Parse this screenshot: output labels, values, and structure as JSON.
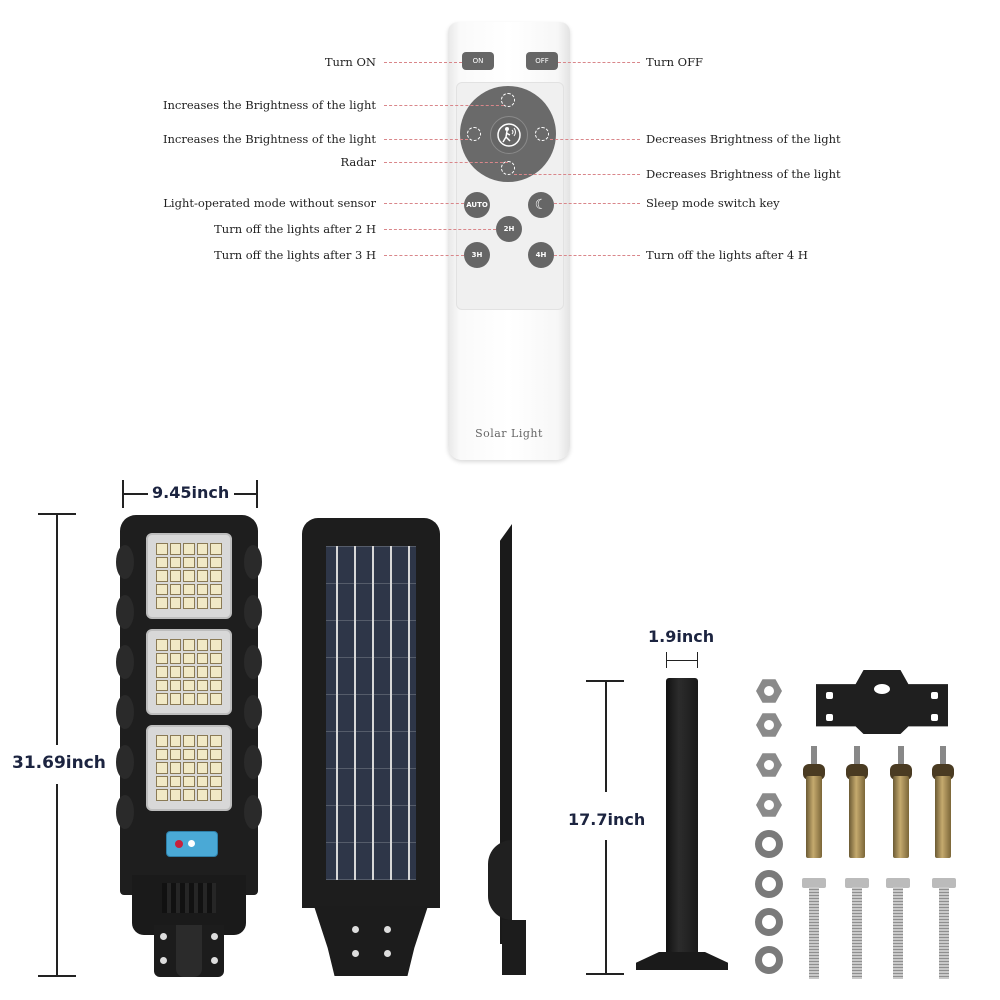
{
  "remote": {
    "buttons": {
      "on": "ON",
      "off": "OFF",
      "auto": "AUTO",
      "timer_2h": "2H",
      "timer_3h": "3H",
      "timer_4h": "4H"
    },
    "brand": "Solar Light"
  },
  "callouts": {
    "left": [
      "Turn ON",
      "Increases the Brightness of the light",
      "Increases the Brightness of the light",
      "Radar",
      "Light-operated mode without sensor",
      "Turn off the lights after 2 H",
      "Turn off the lights after 3 H"
    ],
    "right": [
      "Turn OFF",
      "Decreases Brightness of the light",
      "Decreases Brightness of the light",
      "Sleep mode switch key",
      "Turn off the lights after 4 H"
    ]
  },
  "dimensions": {
    "lamp_width": "9.45inch",
    "lamp_height": "31.69inch",
    "pole_diameter": "1.9inch",
    "pole_length": "17.7inch"
  },
  "colors": {
    "dimension_text": "#1c2440",
    "callout_dash": "#d9868a",
    "button_gray": "#666666",
    "control_panel_blue": "#4aa9d6"
  }
}
